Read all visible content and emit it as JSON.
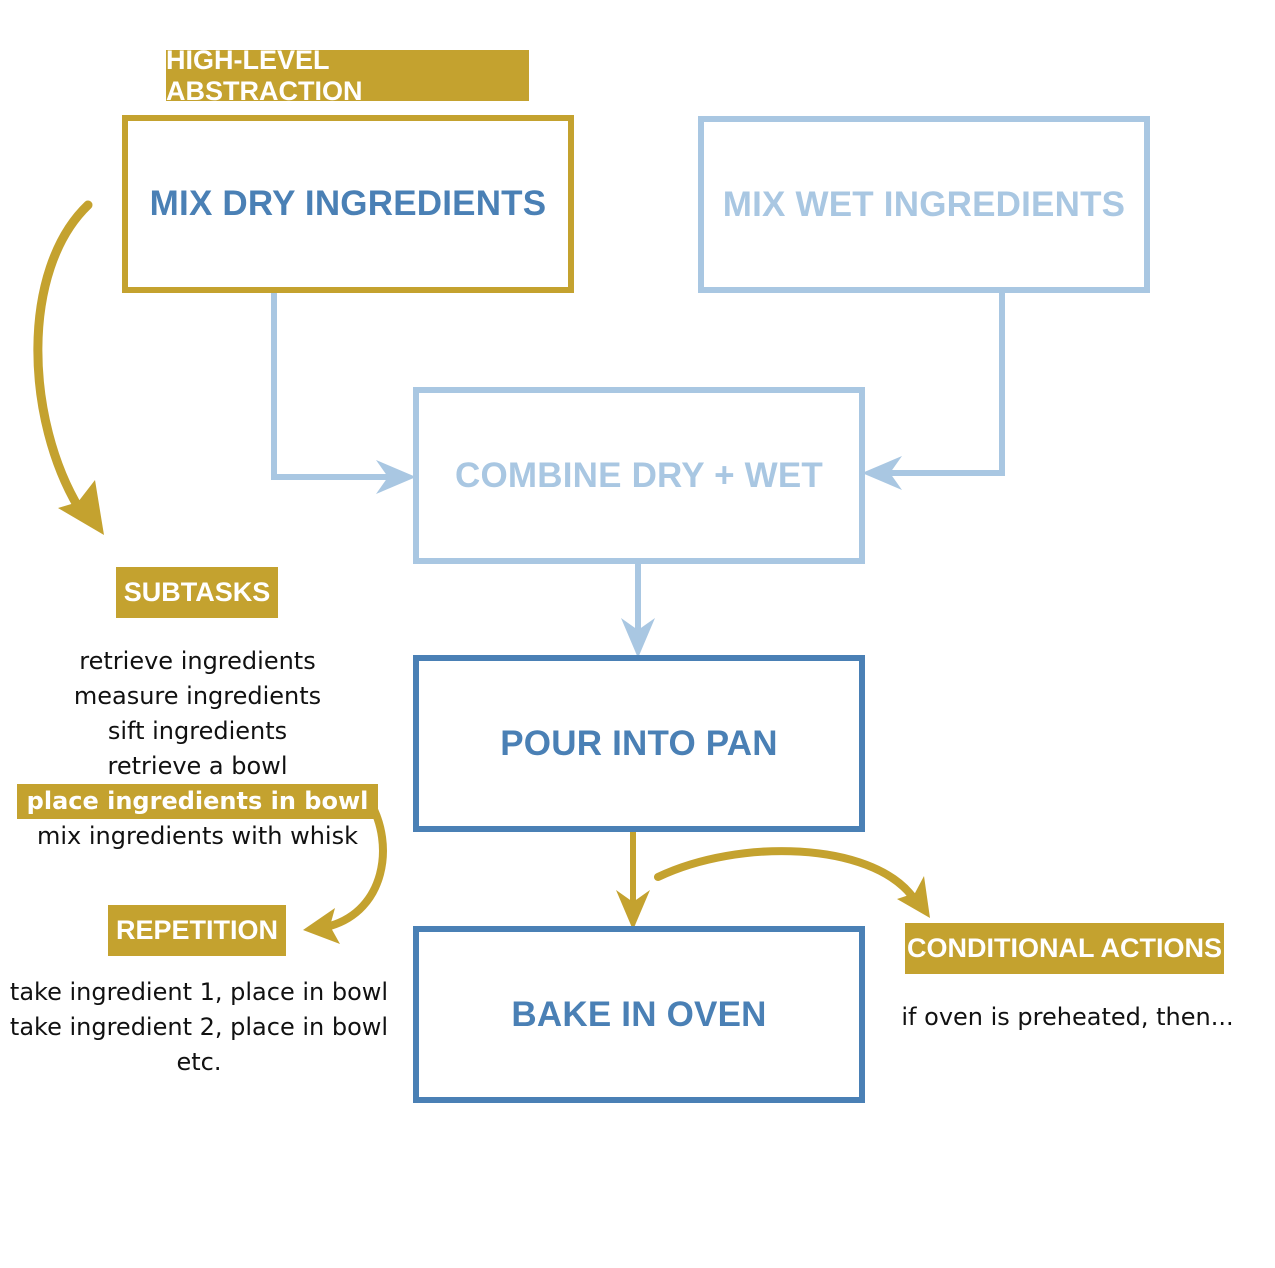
{
  "labels": {
    "high_level": "HIGH-LEVEL ABSTRACTION",
    "subtasks": "SUBTASKS",
    "repetition": "REPETITION",
    "conditional": "CONDITIONAL ACTIONS"
  },
  "steps": {
    "mix_dry": "MIX DRY INGREDIENTS",
    "mix_wet": "MIX WET INGREDIENTS",
    "combine": "COMBINE DRY + WET",
    "pour": "POUR INTO PAN",
    "bake": "BAKE IN OVEN"
  },
  "subtasks": [
    "retrieve ingredients",
    "measure ingredients",
    "sift ingredients",
    "retrieve a bowl",
    "place ingredients in bowl",
    "mix ingredients with whisk"
  ],
  "repetition": [
    "take ingredient 1, place in bowl",
    "take ingredient 2, place in bowl",
    "etc."
  ],
  "conditional": "if oven is preheated, then...",
  "colors": {
    "gold": "#c4a22f",
    "blue": "#4a80b5",
    "pale_blue": "#a9c7e2"
  }
}
